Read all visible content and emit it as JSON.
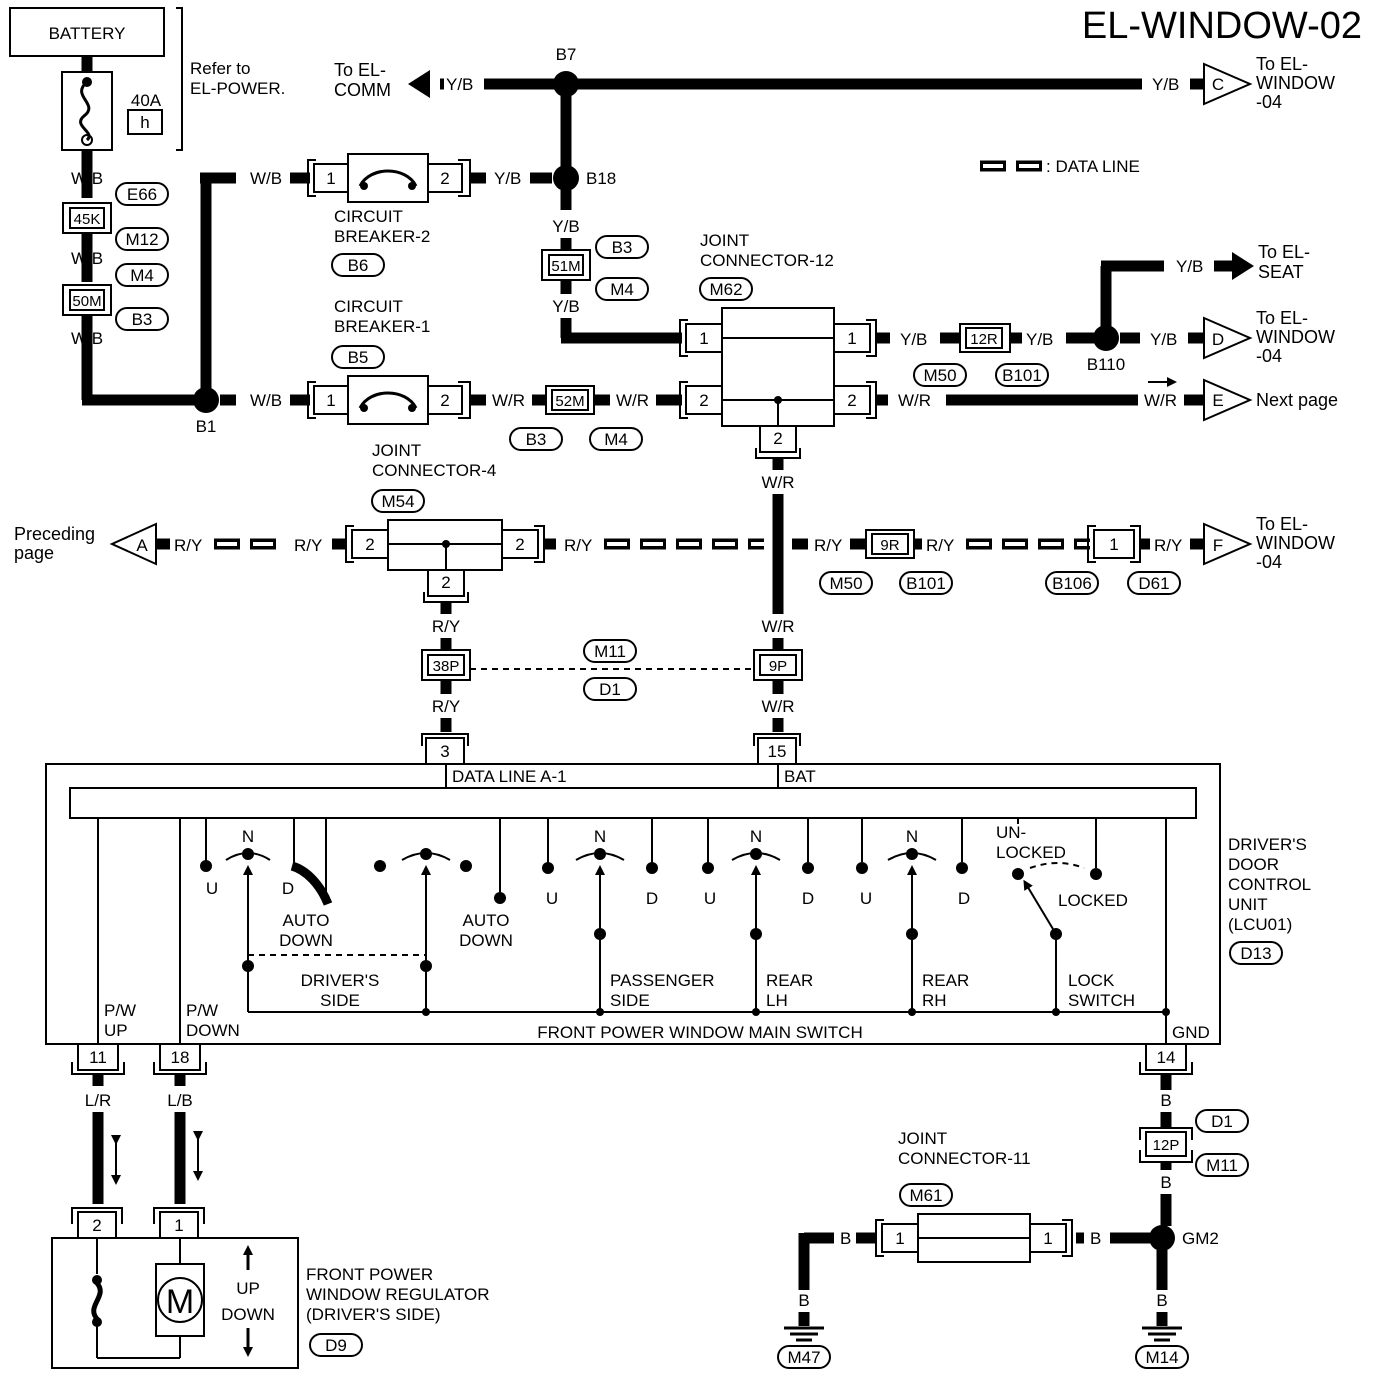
{
  "title": "EL-WINDOW-02",
  "legend": {
    "data_line": ": DATA LINE"
  },
  "battery": {
    "label": "BATTERY",
    "fuse_amp": "40A",
    "fuse_id": "h",
    "refer_line1": "Refer to",
    "refer_line2": "EL-POWER."
  },
  "wire_colors": {
    "wb": "W/B",
    "yb": "Y/B",
    "wr": "W/R",
    "ry": "R/Y",
    "lr": "L/R",
    "lb": "L/B",
    "b": "B"
  },
  "splices": {
    "b1": "B1",
    "b7": "B7",
    "b18": "B18",
    "b110": "B110",
    "gm2": "GM2"
  },
  "connectors": {
    "c45k": "45K",
    "c50m": "50M",
    "c51m": "51M",
    "c52m": "52M",
    "c12r": "12R",
    "c9r": "9R",
    "c38p": "38P",
    "c9p": "9P",
    "c12p": "12P"
  },
  "pins": {
    "p1": "1",
    "p2": "2",
    "p3": "3",
    "p11": "11",
    "p14": "14",
    "p15": "15",
    "p18": "18"
  },
  "ovals": {
    "e66": "E66",
    "m12": "M12",
    "m4": "M4",
    "b3": "B3",
    "b6": "B6",
    "b5": "B5",
    "m62": "M62",
    "m50": "M50",
    "b101": "B101",
    "m54": "M54",
    "b106": "B106",
    "d61": "D61",
    "m11": "M11",
    "d1": "D1",
    "d13": "D13",
    "d9": "D9",
    "m61": "M61",
    "m47": "M47",
    "m14": "M14"
  },
  "arrows": {
    "c": "C",
    "d": "D",
    "e": "E",
    "a": "A",
    "f": "F"
  },
  "destinations": {
    "el_comm_1": "To EL-",
    "el_comm_2": "COMM",
    "win04_1": "To EL-",
    "win04_2": "WINDOW",
    "win04_3": "-04",
    "seat_1": "To EL-",
    "seat_2": "SEAT",
    "next_page": "Next page",
    "preceding_1": "Preceding",
    "preceding_2": "page"
  },
  "components": {
    "cb2_1": "CIRCUIT",
    "cb2_2": "BREAKER-2",
    "cb1_1": "CIRCUIT",
    "cb1_2": "BREAKER-1",
    "jc12_1": "JOINT",
    "jc12_2": "CONNECTOR-12",
    "jc4_1": "JOINT",
    "jc4_2": "CONNECTOR-4",
    "jc11_1": "JOINT",
    "jc11_2": "CONNECTOR-11",
    "lcu_1": "DRIVER'S",
    "lcu_2": "DOOR",
    "lcu_3": "CONTROL",
    "lcu_4": "UNIT",
    "lcu_5": "(LCU01)",
    "reg_1": "FRONT POWER",
    "reg_2": "WINDOW REGULATOR",
    "reg_3": "(DRIVER'S SIDE)",
    "motor": "M",
    "up": "UP",
    "down": "DOWN"
  },
  "switch_labels": {
    "data_line_a1": "DATA LINE A-1",
    "bat": "BAT",
    "gnd": "GND",
    "pw_up_1": "P/W",
    "pw_up_2": "UP",
    "pw_down_1": "P/W",
    "pw_down_2": "DOWN",
    "main_switch": "FRONT POWER WINDOW MAIN SWITCH",
    "u": "U",
    "n": "N",
    "d": "D",
    "auto_1": "AUTO",
    "auto_2": "DOWN",
    "drivers_1": "DRIVER'S",
    "drivers_2": "SIDE",
    "passenger_1": "PASSENGER",
    "passenger_2": "SIDE",
    "rear_lh_1": "REAR",
    "rear_lh_2": "LH",
    "rear_rh_1": "REAR",
    "rear_rh_2": "RH",
    "unlocked_1": "UN-",
    "unlocked_2": "LOCKED",
    "locked": "LOCKED",
    "lock_1": "LOCK",
    "lock_2": "SWITCH"
  }
}
